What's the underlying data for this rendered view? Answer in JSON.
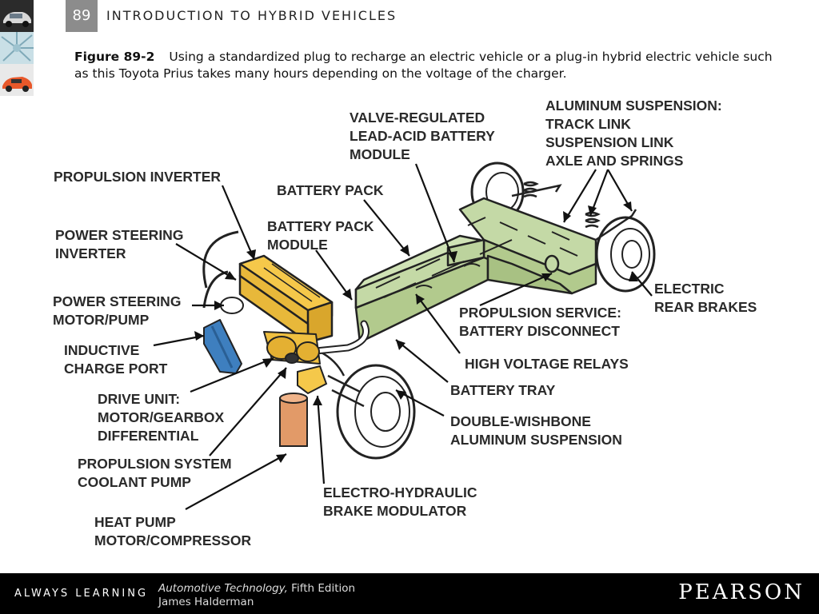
{
  "header": {
    "chapter_number": "89",
    "chapter_title": "INTRODUCTION TO HYBRID VEHICLES"
  },
  "caption": {
    "figure_label": "Figure 89-2",
    "text": "Using a standardized plug to recharge an electric vehicle or a plug-in hybrid electric vehicle such as this Toyota Prius takes many hours depending on the voltage of the charger."
  },
  "diagram": {
    "labels": {
      "valve_regulated": [
        "VALVE-REGULATED",
        "LEAD-ACID BATTERY",
        "MODULE"
      ],
      "aluminum_suspension": [
        "ALUMINUM SUSPENSION:",
        "TRACK LINK",
        "SUSPENSION LINK",
        "AXLE AND SPRINGS"
      ],
      "propulsion_inverter": [
        "PROPULSION INVERTER"
      ],
      "battery_pack": [
        "BATTERY PACK"
      ],
      "battery_pack_module": [
        "BATTERY PACK",
        "MODULE"
      ],
      "power_steering_inverter": [
        "POWER STEERING",
        "INVERTER"
      ],
      "electric_rear_brakes": [
        "ELECTRIC",
        "REAR BRAKES"
      ],
      "power_steering_motor": [
        "POWER STEERING",
        "MOTOR/PUMP"
      ],
      "propulsion_service": [
        "PROPULSION SERVICE:",
        "BATTERY DISCONNECT"
      ],
      "inductive_charge_port": [
        "INDUCTIVE",
        "CHARGE PORT"
      ],
      "high_voltage_relays": [
        "HIGH VOLTAGE RELAYS"
      ],
      "battery_tray": [
        "BATTERY TRAY"
      ],
      "drive_unit": [
        "DRIVE UNIT:",
        "MOTOR/GEARBOX",
        "DIFFERENTIAL"
      ],
      "double_wishbone": [
        "DOUBLE-WISHBONE",
        "ALUMINUM SUSPENSION"
      ],
      "coolant_pump": [
        "PROPULSION SYSTEM",
        "COOLANT PUMP"
      ],
      "brake_modulator": [
        "ELECTRO-HYDRAULIC",
        "BRAKE MODULATOR"
      ],
      "heat_pump": [
        "HEAT PUMP",
        "MOTOR/COMPRESSOR"
      ]
    },
    "colors": {
      "battery_green": "#c4d9a6",
      "inverter_yellow": "#f5c84a",
      "charge_port_blue": "#3e7fbf",
      "heat_pump_orange": "#e29a68"
    }
  },
  "footer": {
    "slogan": "ALWAYS LEARNING",
    "book_title": "Automotive Technology,",
    "edition": "Fifth Edition",
    "author": "James Halderman",
    "publisher": "PEARSON"
  }
}
